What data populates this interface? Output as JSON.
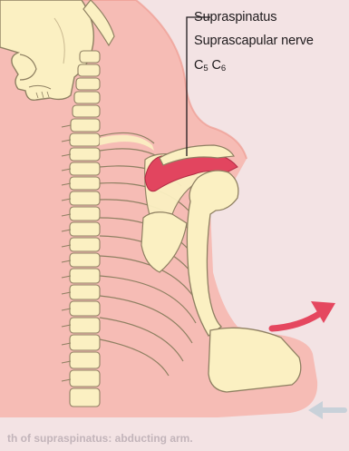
{
  "labels": {
    "muscle": "Supraspinatus",
    "nerve": "Suprascapular nerve",
    "root_prefix_1": "C",
    "root_sub_1": "5",
    "root_prefix_2": " C",
    "root_sub_2": "6"
  },
  "caption": "th of supraspinatus: abducting arm.",
  "colors": {
    "page": "#f4dfe0",
    "body_outline": "#f2b3ae",
    "bone": "#fbf0c2",
    "bone_stroke": "#8f8062",
    "muscle": "#e2455f",
    "arrow_motion": "#e5475f",
    "arrow_resistance": "#c8d1d9",
    "text": "#1e1a1c"
  },
  "icons": {
    "motion_arrow": "curved-arrow-up-right-icon",
    "resistance_arrow": "arrow-left-icon"
  }
}
